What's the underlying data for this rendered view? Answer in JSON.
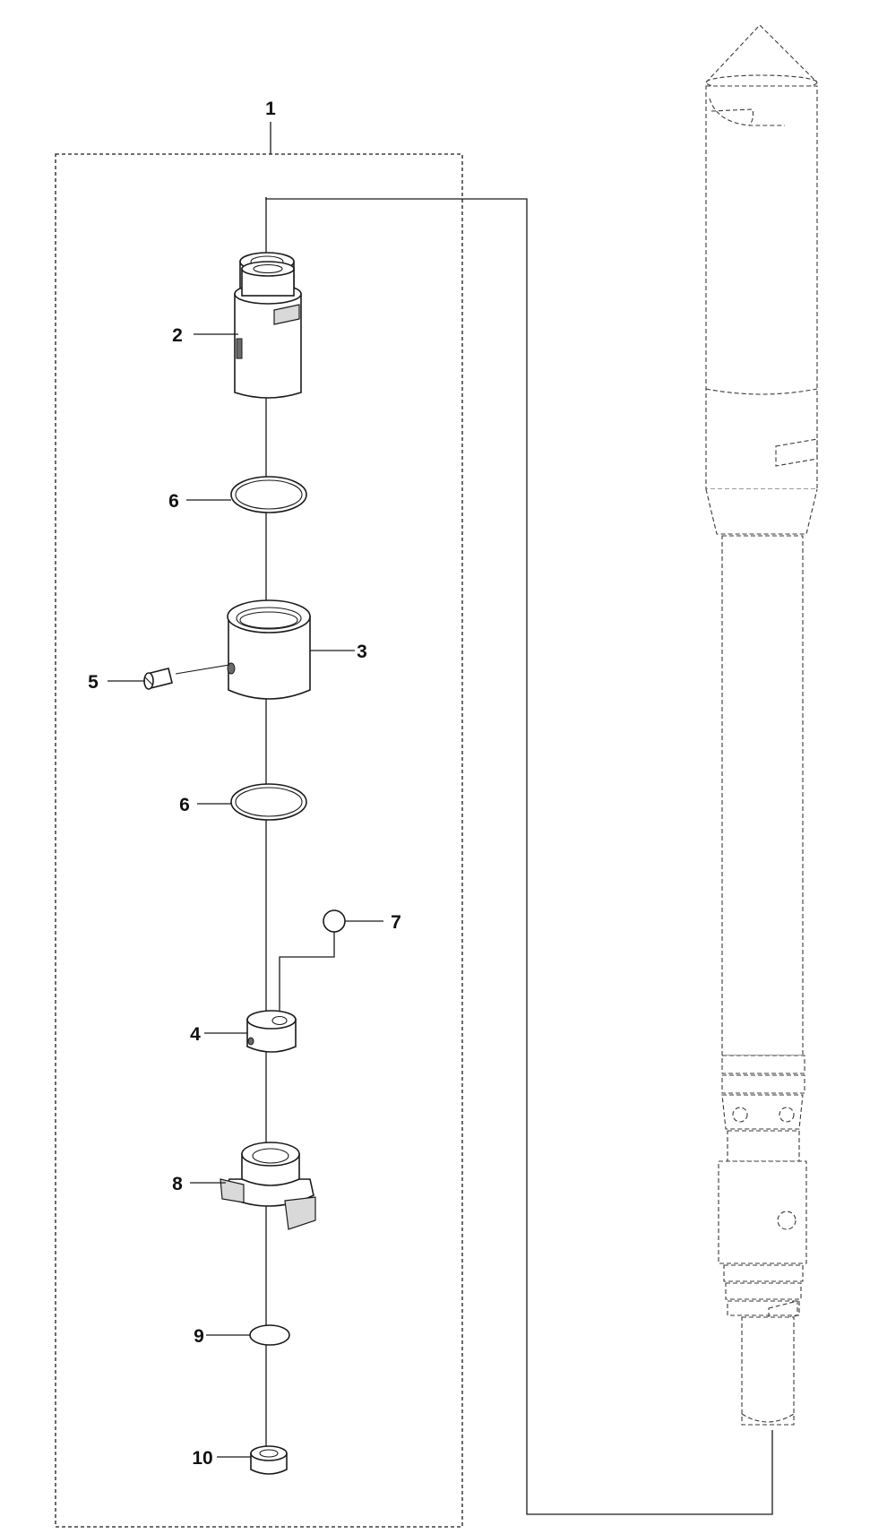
{
  "diagram": {
    "callouts": [
      "1",
      "2",
      "3",
      "4",
      "5",
      "6",
      "6",
      "7",
      "8",
      "9",
      "10"
    ]
  }
}
